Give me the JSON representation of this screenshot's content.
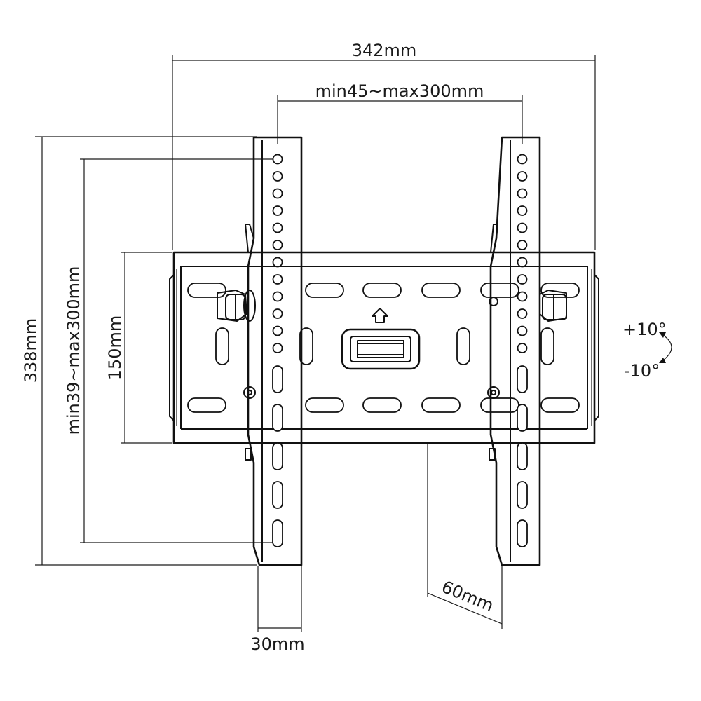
{
  "dimensions": {
    "overall_width": "342mm",
    "vesa_horizontal": "min45~max300mm",
    "overall_height": "338mm",
    "vesa_vertical": "min39~max300mm",
    "plate_height": "150mm",
    "arm_width": "30mm",
    "wall_distance": "60mm"
  },
  "tilt": {
    "up": "+10°",
    "down": "-10°"
  },
  "icons": {
    "up_arrow": "up-arrow-icon",
    "tilt_arrow": "curved-tilt-arrow-icon"
  }
}
